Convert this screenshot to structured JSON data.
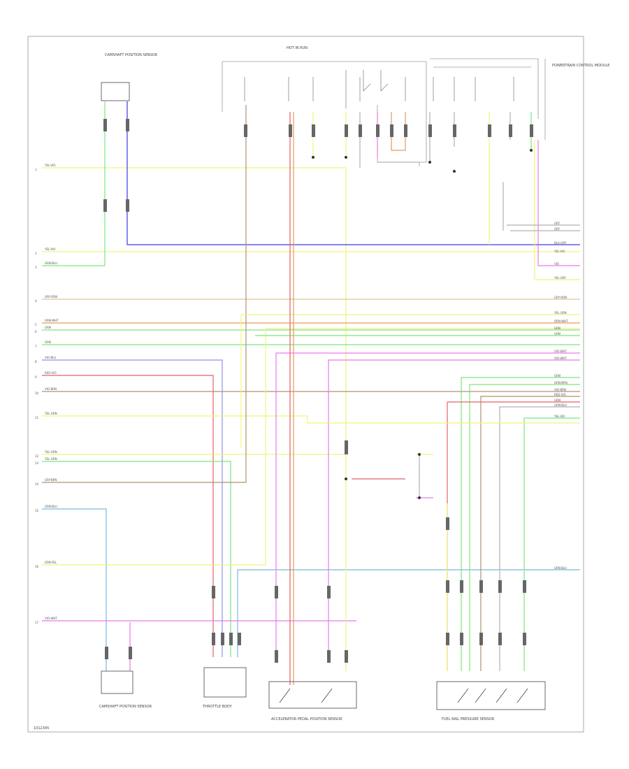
{
  "colors": {
    "yellow": "#f2f27a",
    "blue": "#3a3ae6",
    "green": "#7ae67a",
    "lightblue": "#7ab8d9",
    "red": "#e66060",
    "orange": "#e69a5a",
    "pink": "#e67ae6",
    "violet": "#9090f0",
    "brown": "#b09070",
    "tan": "#d9c39a",
    "gray": "#b0b0b0"
  },
  "left_labels": [
    {
      "pin": "1",
      "wire": "YEL-VIO",
      "color": "yellow"
    },
    {
      "pin": "2",
      "wire": "YEL-VIO",
      "color": "yellow"
    },
    {
      "pin": "3",
      "wire": "GRN-BLU",
      "color": "green"
    },
    {
      "pin": "4",
      "wire": "GRY-ORN",
      "color": "tan"
    },
    {
      "pin": "5",
      "wire": "ORN-WHT",
      "color": "orange"
    },
    {
      "pin": "6",
      "wire": "GRN",
      "color": "green"
    },
    {
      "pin": "7",
      "wire": "GRN",
      "color": "green"
    },
    {
      "pin": "8",
      "wire": "VIO-BLU",
      "color": "violet"
    },
    {
      "pin": "9",
      "wire": "RED-VIO",
      "color": "red"
    },
    {
      "pin": "10",
      "wire": "VIO-BRN",
      "color": "brown"
    },
    {
      "pin": "11",
      "wire": "YEL-GRN",
      "color": "yellow"
    },
    {
      "pin": "12",
      "wire": "YEL-GRN",
      "color": "yellow"
    },
    {
      "pin": "13",
      "wire": "YEL-GRN",
      "color": "green"
    },
    {
      "pin": "14",
      "wire": "GRY-BRN",
      "color": "brown"
    },
    {
      "pin": "15",
      "wire": "GRN-BLU",
      "color": "green"
    },
    {
      "pin": "16",
      "wire": "GRN-YEL",
      "color": "green"
    },
    {
      "pin": "17",
      "wire": "VIO-WHT",
      "color": "pink"
    }
  ],
  "right_labels": [
    {
      "wire": "GRY"
    },
    {
      "wire": "GRY"
    },
    {
      "wire": "BLU-GRY"
    },
    {
      "wire": "YEL-VIO"
    },
    {
      "wire": "VIO"
    },
    {
      "wire": "YEL-GRY"
    },
    {
      "wire": "GRY-ORN"
    },
    {
      "wire": "YEL-GRN"
    },
    {
      "wire": "ORN-WHT"
    },
    {
      "wire": "GRN"
    },
    {
      "wire": "GRN"
    },
    {
      "wire": "VIO-WHT"
    },
    {
      "wire": "VIO-WHT"
    },
    {
      "wire": "GRN"
    },
    {
      "wire": "GRN-BRN"
    },
    {
      "wire": "VIO-BRN"
    },
    {
      "wire": "RED-VIO"
    },
    {
      "wire": "GRN"
    },
    {
      "wire": "GRN-BLU"
    },
    {
      "wire": "YEL-VIO"
    },
    {
      "wire": "GRN-BLU"
    }
  ],
  "components": {
    "top_left": "CAMSHAFT POSITION SENSOR",
    "bottom_left": "CAMSHAFT POSITION SENSOR",
    "throttle": "THROTTLE BODY",
    "pedal": "ACCELERATOR PEDAL POSITION SENSOR",
    "fuel_rail": "FUEL RAIL PRESSURE SENSOR",
    "top_center": "HOT IN RUN",
    "right_box": "POWERTRAIN CONTROL MODULE"
  },
  "footer_id": "1012345"
}
